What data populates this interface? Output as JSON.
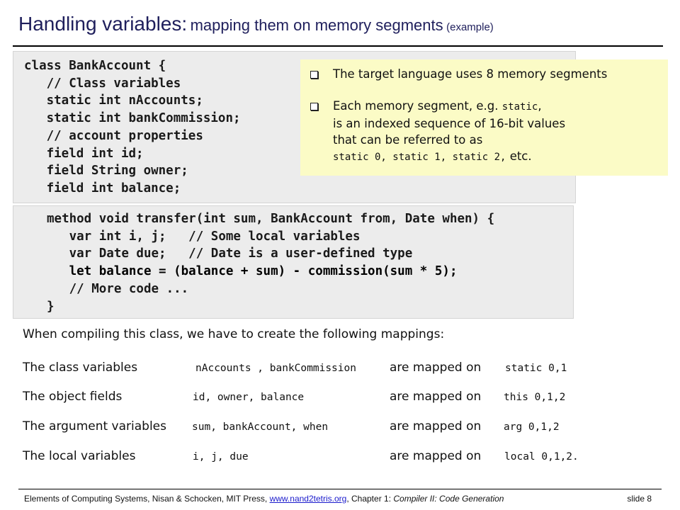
{
  "title": {
    "main": "Handling variables:",
    "sub": "mapping them on memory segments",
    "note": "(example)"
  },
  "code_class": [
    "class BankAccount {",
    "   // Class variables",
    "   static int nAccounts;",
    "   static int bankCommission;",
    "   // account properties",
    "   field int id;",
    "   field String owner;",
    "   field int balance;"
  ],
  "code_method": [
    "method void transfer(int sum, BankAccount from, Date when) {",
    "   var int i, j;   // Some local variables",
    "   var Date due;   // Date is a user-defined type",
    "   let balance = (balance + sum) - commission(sum * 5);",
    "   // More code ...",
    "}"
  ],
  "callout": {
    "bullet1": "The target language uses 8 memory segments",
    "bullet2_a": "Each memory segment, e.g.",
    "bullet2_code": "static",
    "bullet2_b": "is an indexed sequence of 16-bit values",
    "bullet2_c": "that can be referred to as",
    "bullet2_examples": "static 0, static 1, static 2,",
    "bullet2_end": "etc."
  },
  "mappings": {
    "intro": "When compiling this class, we have to create the following mappings:",
    "rows": [
      {
        "label": "The class variables",
        "vars": "nAccounts , bankCommission",
        "verb": "are mapped on",
        "target": "static 0,1"
      },
      {
        "label": "The object fields",
        "vars": "id, owner, balance",
        "verb": "are mapped on",
        "target": "this 0,1,2"
      },
      {
        "label": "The argument variables",
        "vars": "sum, bankAccount, when",
        "verb": "are mapped on",
        "target": "arg 0,1,2"
      },
      {
        "label": "The local variables",
        "vars": "i, j, due",
        "verb": "are mapped on",
        "target": "local 0,1,2."
      }
    ]
  },
  "footer": {
    "text_before": "Elements of Computing Systems, Nisan & Schocken, MIT Press,",
    "link": "www.nand2tetris.org",
    "text_after": ", Chapter 1:",
    "chapter": "Compiler II: Code Generation",
    "slide": "slide 8"
  }
}
